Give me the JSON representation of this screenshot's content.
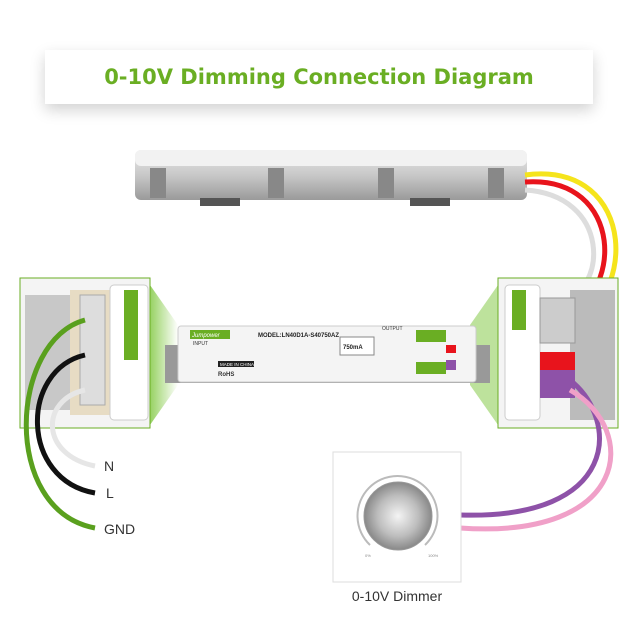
{
  "title": "0-10V Dimming Connection Diagram",
  "colors": {
    "accent": "#6aae23",
    "yellow": "#f5e41c",
    "red": "#e8141c",
    "purple": "#8e52a8",
    "pink": "#f0a0c8",
    "green_wire": "#5aa01e",
    "black_wire": "#111111"
  },
  "driver": {
    "brand": "Jumpower",
    "model": "MODEL:LN40D1A-S40750AZ",
    "current": "750mA",
    "input_label": "INPUT",
    "output_label": "OUTPUT",
    "made_in": "MADE IN CHINA",
    "cert": "RoHS"
  },
  "wire_labels": {
    "n": "N",
    "l": "L",
    "gnd": "GND"
  },
  "dimmer": {
    "label": "0-10V Dimmer",
    "min": "0%",
    "max": "100%"
  }
}
